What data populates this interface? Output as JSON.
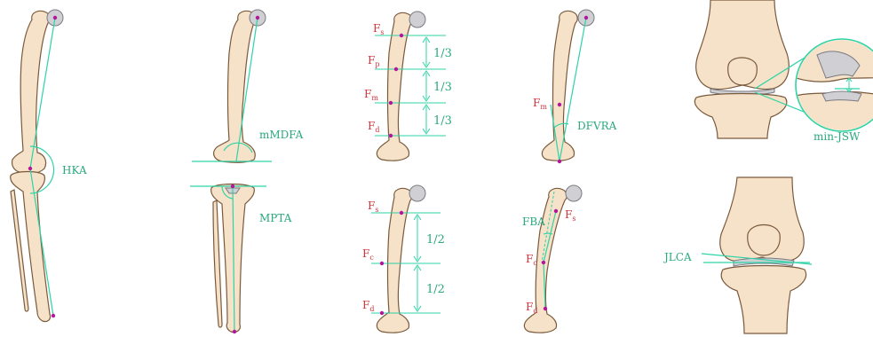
{
  "labels": {
    "hka": "HKA",
    "mmdfa": "mMDFA",
    "mpta": "MPTA",
    "dfvra": "DFVRA",
    "min_jsw": "min-JSW",
    "jlca": "JLCA",
    "fba": "FBA"
  },
  "femur_thirds": {
    "points": [
      "F",
      "F",
      "F",
      "F"
    ],
    "subs": [
      "s",
      "p",
      "m",
      "d"
    ],
    "fractions": [
      "1/3",
      "1/3",
      "1/3"
    ]
  },
  "femur_halves": {
    "points": [
      "F",
      "F",
      "F"
    ],
    "subs": [
      "s",
      "c",
      "d"
    ],
    "fractions": [
      "1/2",
      "1/2"
    ]
  },
  "dfvra_point": {
    "base": "F",
    "sub": "m"
  },
  "fba_points": {
    "top": {
      "base": "F",
      "sub": "s"
    },
    "mid": {
      "base": "F",
      "sub": "c"
    },
    "bottom": {
      "base": "F",
      "sub": "d"
    }
  },
  "colors": {
    "guide": "#2ed3a6",
    "label_green": "#2aa87e",
    "label_red": "#d2323a",
    "point": "#b0179a",
    "bone": "#f6e2c8"
  }
}
